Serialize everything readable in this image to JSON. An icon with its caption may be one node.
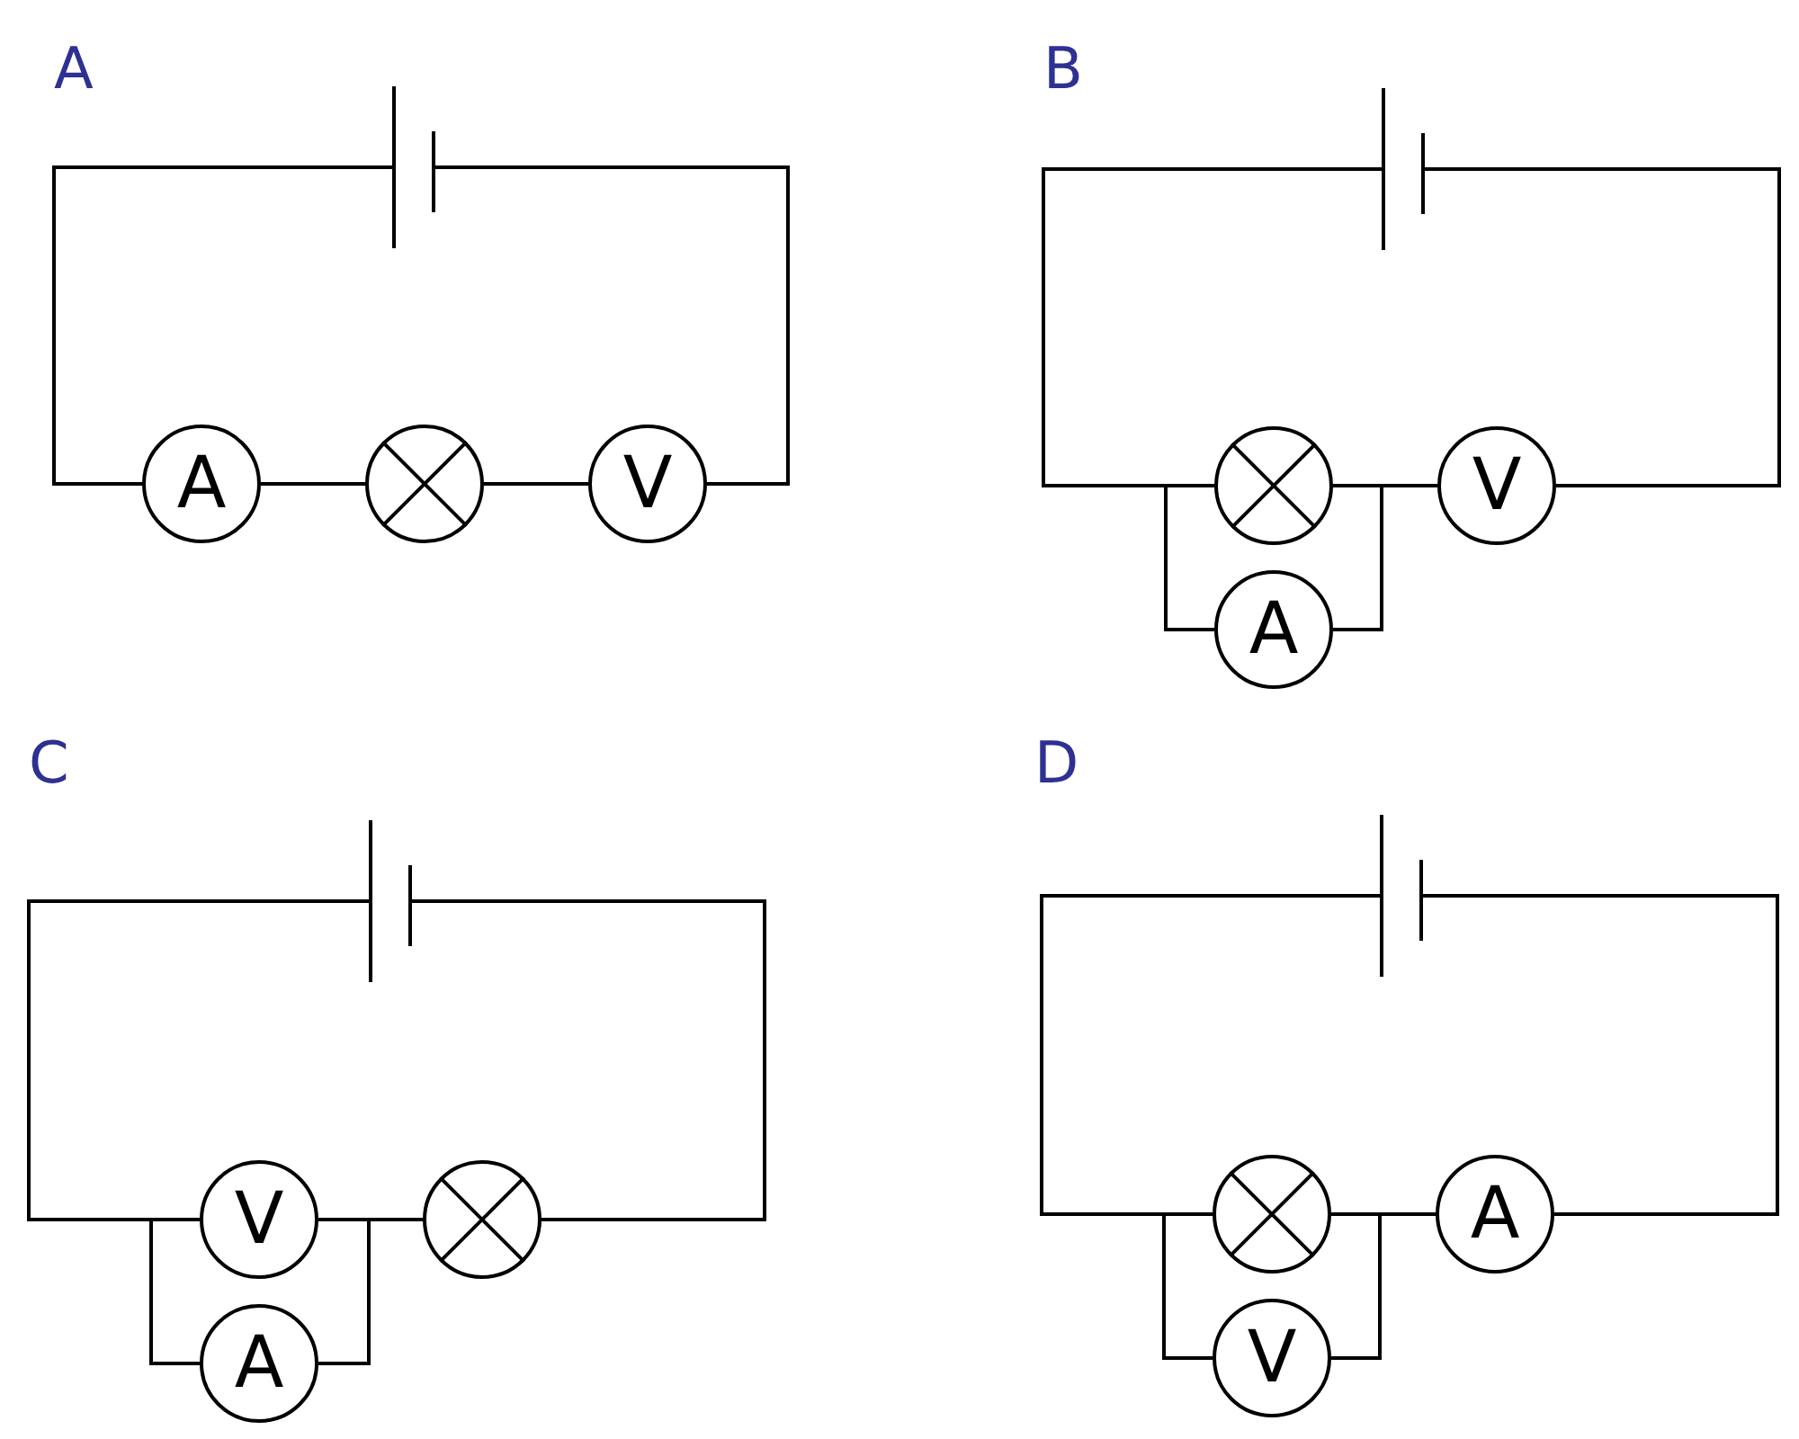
{
  "diagram": {
    "nodes": [
      {
        "text": [],
        "shape": "battery"
      },
      {
        "text": [
          "A"
        ]
      },
      {
        "text": [],
        "shape": "lamp"
      },
      {
        "text": [
          "V"
        ]
      },
      {
        "text": [],
        "shape": "battery"
      },
      {
        "text": [],
        "shape": "lamp"
      },
      {
        "text": [
          "V"
        ]
      },
      {
        "text": [
          "A"
        ]
      },
      {
        "text": [],
        "shape": "battery"
      },
      {
        "text": [
          "V"
        ]
      },
      {
        "text": [],
        "shape": "lamp"
      },
      {
        "text": [
          "A"
        ]
      },
      {
        "text": [],
        "shape": "battery"
      },
      {
        "text": [],
        "shape": "lamp"
      },
      {
        "text": [
          "A"
        ]
      },
      {
        "text": [
          "V"
        ]
      }
    ],
    "edges": [
      {
        "from": 0,
        "to": 1,
        "arrow": "none"
      },
      {
        "from": 1,
        "to": 2,
        "arrow": "none"
      },
      {
        "from": 2,
        "to": 3,
        "arrow": "none"
      },
      {
        "from": 3,
        "to": 0,
        "arrow": "none"
      },
      {
        "from": 4,
        "to": 5,
        "arrow": "none"
      },
      {
        "from": 4,
        "to": 7,
        "arrow": "none"
      },
      {
        "from": 5,
        "to": 6,
        "arrow": "none"
      },
      {
        "from": 7,
        "to": 6,
        "arrow": "none"
      },
      {
        "from": 6,
        "to": 4,
        "arrow": "none"
      },
      {
        "from": 8,
        "to": 9,
        "arrow": "none"
      },
      {
        "from": 8,
        "to": 11,
        "arrow": "none"
      },
      {
        "from": 9,
        "to": 10,
        "arrow": "none"
      },
      {
        "from": 11,
        "to": 10,
        "arrow": "none"
      },
      {
        "from": 10,
        "to": 8,
        "arrow": "none"
      },
      {
        "from": 12,
        "to": 13,
        "arrow": "none"
      },
      {
        "from": 12,
        "to": 15,
        "arrow": "none"
      },
      {
        "from": 13,
        "to": 14,
        "arrow": "none"
      },
      {
        "from": 15,
        "to": 14,
        "arrow": "none"
      },
      {
        "from": 14,
        "to": 12,
        "arrow": "none"
      }
    ],
    "labels": [
      "A",
      "B",
      "C",
      "D"
    ]
  }
}
